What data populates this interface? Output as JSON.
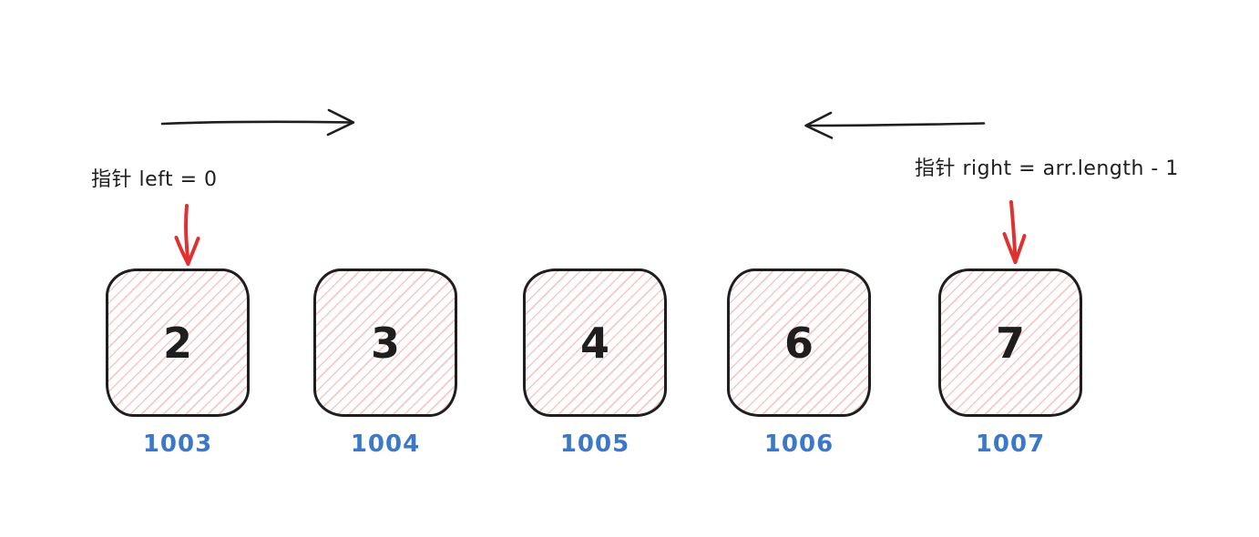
{
  "diagram": {
    "type": "two-pointer array diagram",
    "pointers": {
      "left": {
        "label": "指针 left = 0"
      },
      "right": {
        "label": "指针 right = arr.length - 1"
      }
    },
    "cells": [
      {
        "value": "2",
        "address": "1003"
      },
      {
        "value": "3",
        "address": "1004"
      },
      {
        "value": "4",
        "address": "1005"
      },
      {
        "value": "6",
        "address": "1006"
      },
      {
        "value": "7",
        "address": "1007"
      }
    ],
    "icons": {
      "forward_arrow": "→",
      "backward_arrow": "←",
      "down_arrow": "↓"
    },
    "colors": {
      "stroke": "#1e1e1e",
      "pointer_arrow_red": "#e03131",
      "address_blue": "#3b78c9",
      "hatch_pink": "#f49999",
      "background": "#ffffff"
    }
  }
}
